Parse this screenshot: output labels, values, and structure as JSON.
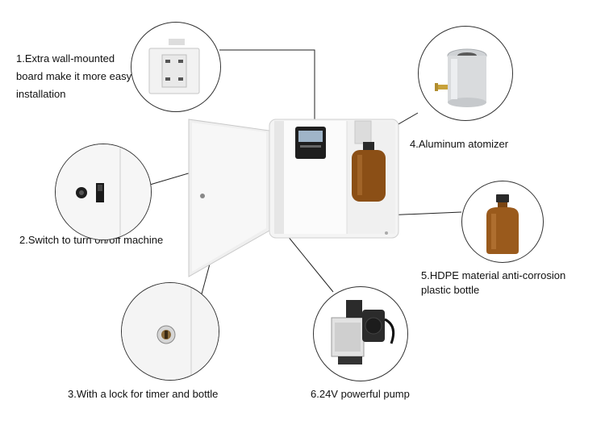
{
  "callouts": {
    "wall_board": "1.Extra wall-mounted board make it more easy installation",
    "switch": "2.Switch to turn on/off machine",
    "lock": "3.With a lock for timer and bottle",
    "atomizer": "4.Aluminum atomizer",
    "bottle_line1": "5.HDPE material anti-corrosion",
    "bottle_line2": "plastic bottle",
    "pump": "6.24V powerful pump"
  },
  "colors": {
    "leader_line": "#222222",
    "cabinet": "#f3f3f3",
    "bottle": "#9a5a1c",
    "aluminum": "#d9dbdd",
    "brass": "#c8a23a",
    "pump_body": "#2b2b2b"
  },
  "icons": [
    "wall-board-icon",
    "power-switch-icon",
    "lock-icon",
    "atomizer-icon",
    "bottle-icon",
    "pump-icon",
    "lcd-timer-icon"
  ]
}
